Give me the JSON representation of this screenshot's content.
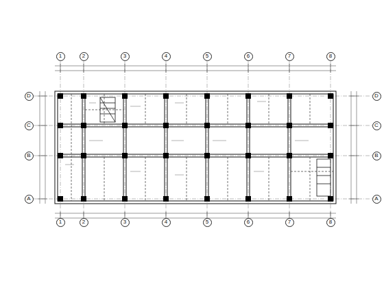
{
  "diagram": {
    "nodes": [
      {
        "text": [
          "1"
        ]
      },
      {
        "text": [
          "2"
        ]
      },
      {
        "text": [
          "3"
        ]
      },
      {
        "text": [
          "4"
        ]
      },
      {
        "text": [
          "5"
        ]
      },
      {
        "text": [
          "6"
        ]
      },
      {
        "text": [
          "7"
        ]
      },
      {
        "text": [
          "8"
        ]
      },
      {
        "text": [
          "D"
        ]
      },
      {
        "text": [
          "D"
        ]
      },
      {
        "text": [
          "C"
        ]
      },
      {
        "text": [
          "C"
        ]
      },
      {
        "text": [
          "B"
        ]
      },
      {
        "text": [
          "B"
        ]
      },
      {
        "text": [
          "A"
        ]
      },
      {
        "text": [
          "A"
        ]
      },
      {
        "text": [
          "1"
        ]
      },
      {
        "text": [
          "2"
        ]
      },
      {
        "text": [
          "3"
        ]
      },
      {
        "text": [
          "4"
        ]
      },
      {
        "text": [
          "5"
        ]
      },
      {
        "text": [
          "6"
        ]
      },
      {
        "text": [
          "7"
        ]
      },
      {
        "text": [
          "8"
        ]
      }
    ]
  }
}
